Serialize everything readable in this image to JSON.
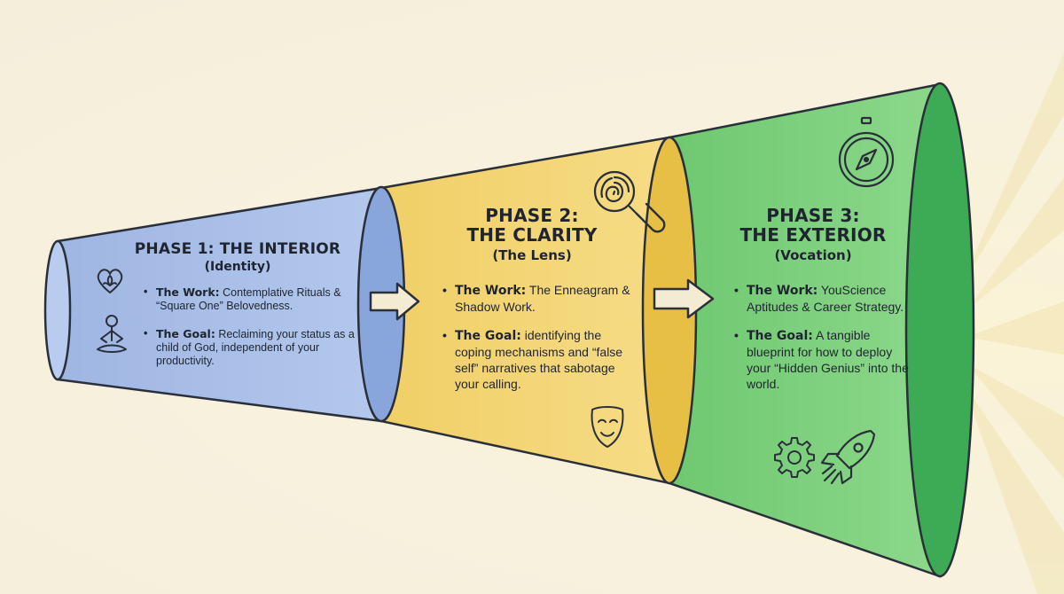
{
  "colors": {
    "background": "#f7f1de",
    "phase1_fill": "#a9bfe6",
    "phase2_fill": "#f3d777",
    "phase3_fill": "#7fd07f",
    "outline": "#2a2f3a",
    "arrow_fill": "#f4ecd2"
  },
  "phases": [
    {
      "title": "PHASE 1: THE INTERIOR",
      "subtitle": "(Identity)",
      "work_label": "The Work:",
      "work_text": "Contemplative Rituals & “Square One” Belovedness.",
      "goal_label": "The Goal:",
      "goal_text": "Reclaiming your status as a child of God, independent of your productivity.",
      "icons": [
        "heart-lotus-icon",
        "meditation-icon"
      ]
    },
    {
      "title_line1": "PHASE 2:",
      "title_line2": "THE CLARITY",
      "subtitle": "(The Lens)",
      "work_label": "The Work:",
      "work_text": "The Enneagram & Shadow Work.",
      "goal_label": "The Goal:",
      "goal_text": "identifying the coping mechanisms and “false self” narratives that sabotage your calling.",
      "icons": [
        "magnifier-fingerprint-icon",
        "mask-icon"
      ]
    },
    {
      "title_line1": "PHASE 3:",
      "title_line2": "THE EXTERIOR",
      "subtitle": "(Vocation)",
      "work_label": "The Work:",
      "work_text": "YouScience Aptitudes & Career Strategy.",
      "goal_label": "The Goal:",
      "goal_text": "A tangible blueprint for how to deploy your “Hidden Genius” into the world.",
      "icons": [
        "compass-icon",
        "gear-icon",
        "rocket-icon"
      ]
    }
  ],
  "connectors": [
    "arrow-right-icon",
    "arrow-right-icon"
  ]
}
